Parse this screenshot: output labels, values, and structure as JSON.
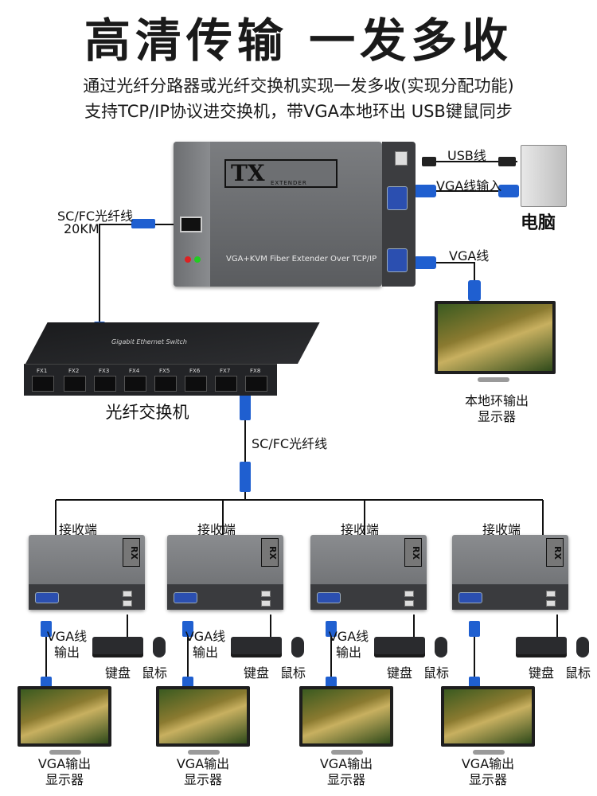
{
  "title": "高清传输 一发多收",
  "subtitle_line1": "通过光纤分路器或光纤交换机实现一发多收(实现分配功能)",
  "subtitle_line2": "支持TCP/IP协议进交换机，带VGA本地环出 USB键鼠同步",
  "labels": {
    "fiber_top": "SC/FC光纤线",
    "fiber_top_len": "20KM",
    "usb_cable": "USB线",
    "vga_input": "VGA线输入",
    "pc": "电脑",
    "vga_cable": "VGA线",
    "local_loop_1": "本地环输出",
    "local_loop_2": "显示器",
    "switch_name": "光纤交换机",
    "fiber_mid": "SC/FC光纤线"
  },
  "tx": {
    "logo": "TX",
    "logo_sub": "EXTENDER",
    "caption": "VGA+KVM Fiber Extender Over TCP/IP"
  },
  "switch": {
    "text": "Gigabit Ethernet Switch",
    "ports": [
      "FX1",
      "FX2",
      "FX3",
      "FX4",
      "FX5",
      "FX6",
      "FX7",
      "FX8"
    ]
  },
  "receivers": [
    {
      "header": "接收端",
      "logo": "RX",
      "vga1": "VGA线",
      "vga2": "输出",
      "kbd": "键盘",
      "mouse": "鼠标",
      "mon1": "VGA输出",
      "mon2": "显示器"
    },
    {
      "header": "接收端",
      "logo": "RX",
      "vga1": "VGA线",
      "vga2": "输出",
      "kbd": "键盘",
      "mouse": "鼠标",
      "mon1": "VGA输出",
      "mon2": "显示器"
    },
    {
      "header": "接收端",
      "logo": "RX",
      "vga1": "VGA线",
      "vga2": "输出",
      "kbd": "键盘",
      "mouse": "鼠标",
      "mon1": "VGA输出",
      "mon2": "显示器"
    },
    {
      "header": "接收端",
      "logo": "RX",
      "vga1": "",
      "vga2": "",
      "kbd": "键盘",
      "mouse": "鼠标",
      "mon1": "VGA输出",
      "mon2": "显示器"
    }
  ],
  "colors": {
    "cable": "#111111",
    "fiber_connector": "#1f5fd0",
    "vga_connector": "#2b4fb0"
  }
}
